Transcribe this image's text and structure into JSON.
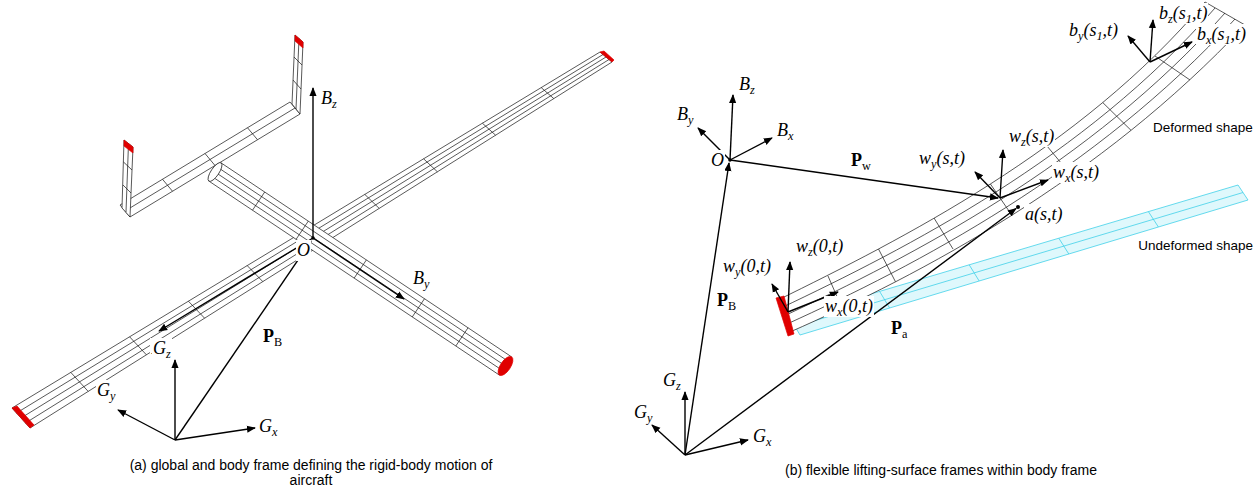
{
  "diagram": {
    "labels": [
      "Bz",
      "O",
      "By",
      "Bx",
      "Gy",
      "Gz",
      "PB",
      "Gx",
      "(a) global and body frame defining the rigid-body motion of aircraft",
      "bz(s1,t)",
      "by(s1,t)",
      "bx(s1,t)",
      "Bz",
      "By",
      "Bx",
      "O",
      "Pw",
      "wz(s,t)",
      "wy(s,t)",
      "wx(s,t)",
      "Deformed shape",
      "a(s,t)",
      "Undeformed shape",
      "PB",
      "wz(0,t)",
      "wy(0,t)",
      "wx(0,t)",
      "Pa",
      "Gz",
      "Gy",
      "Gx",
      "(b) flexible lifting-surface frames within body frame"
    ]
  }
}
